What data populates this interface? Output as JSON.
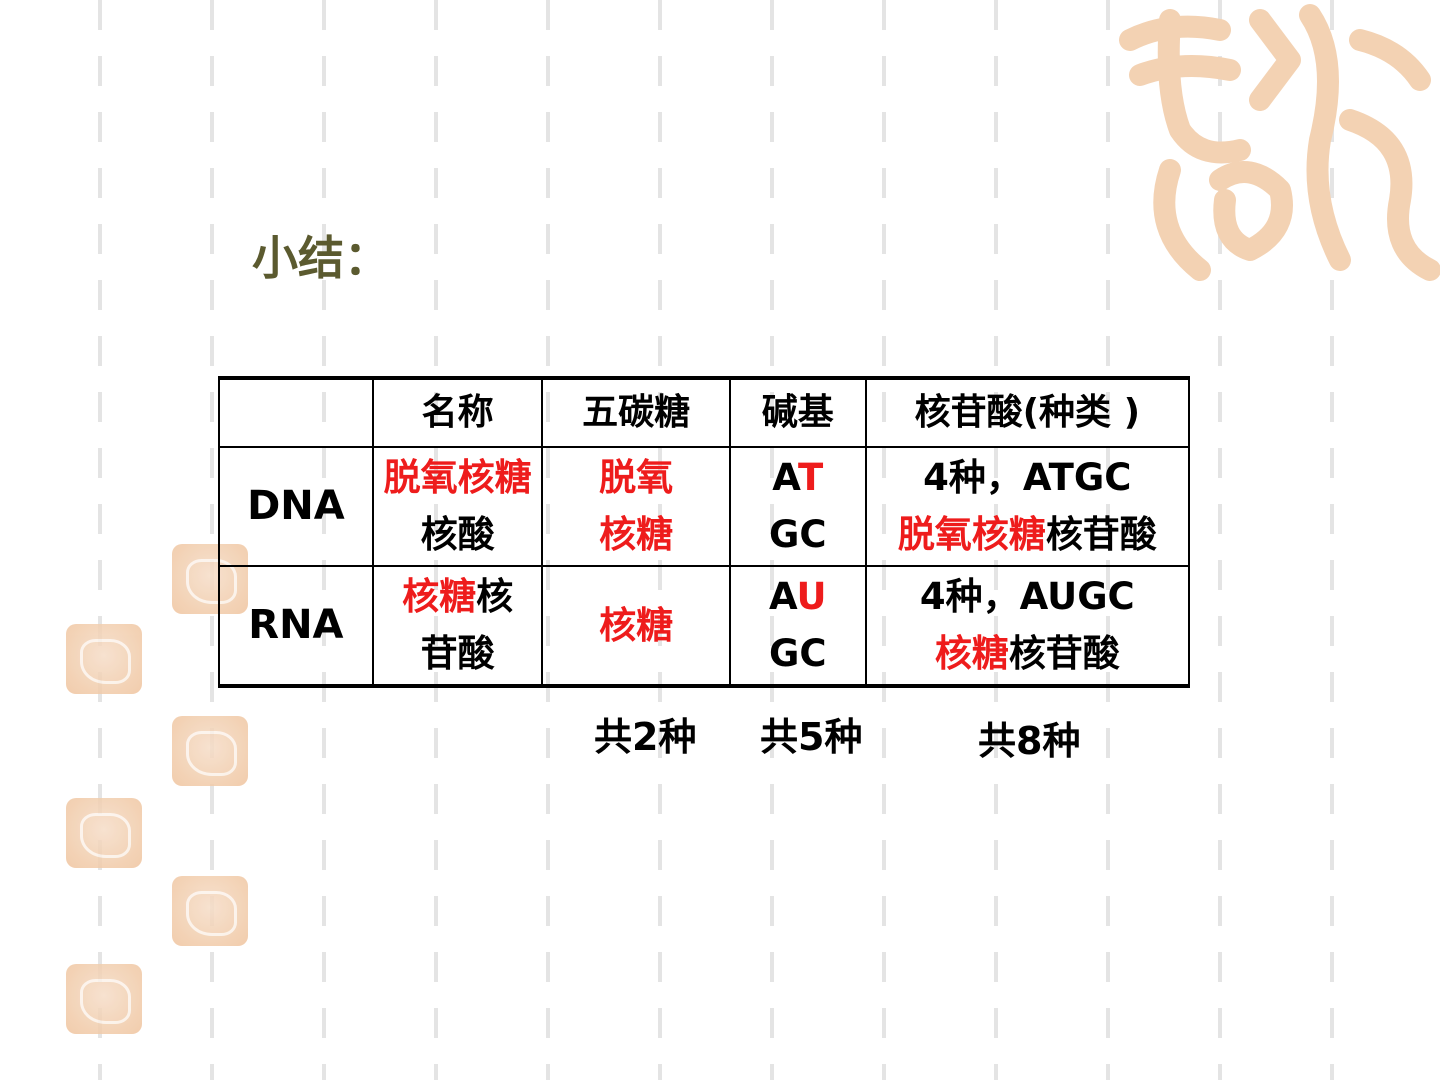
{
  "slide": {
    "title": "小结：",
    "table": {
      "headers": [
        "",
        "名称",
        "五碳糖",
        "碱基",
        "核苷酸(种类 )"
      ],
      "dna": {
        "label": "DNA",
        "name_red": "脱氧核糖",
        "name_black": "核酸",
        "sugar_line1": "脱氧",
        "sugar_line2": "核糖",
        "base_line1_black": "A",
        "base_line1_red": "T",
        "base_line2": "GC",
        "nucleotide_line1": "4种，ATGC",
        "nucleotide_line2_red": "脱氧核糖",
        "nucleotide_line2_black": "核苷酸"
      },
      "rna": {
        "label": "RNA",
        "name_red": "核糖",
        "name_black1": "核",
        "name_black2": "苷酸",
        "sugar": "核糖",
        "base_line1_black": "A",
        "base_line1_red": "U",
        "base_line2": "GC",
        "nucleotide_line1": "4种，AUGC",
        "nucleotide_line2_red": "核糖",
        "nucleotide_line2_black": "核苷酸"
      }
    },
    "totals": {
      "sugar": "共2种",
      "base": "共5种",
      "nucleotide": "共8种"
    }
  },
  "colors": {
    "title": "#5b5a2f",
    "highlight": "#ee1c1c",
    "seal": "#f1cba9"
  }
}
